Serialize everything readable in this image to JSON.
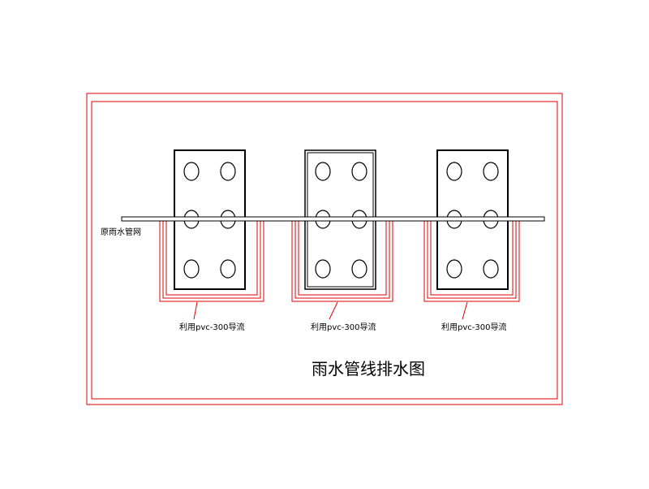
{
  "diagram": {
    "title": "雨水管线排水图",
    "main_pipe_label": "原雨水管网",
    "pipe_labels": [
      "利用pvc-300导流",
      "利用pvc-300导流",
      "利用pvc-300导流"
    ],
    "colors": {
      "frame": "#e00000",
      "drain": "#e00000",
      "outline": "#000000",
      "pipe": "#000000"
    }
  }
}
